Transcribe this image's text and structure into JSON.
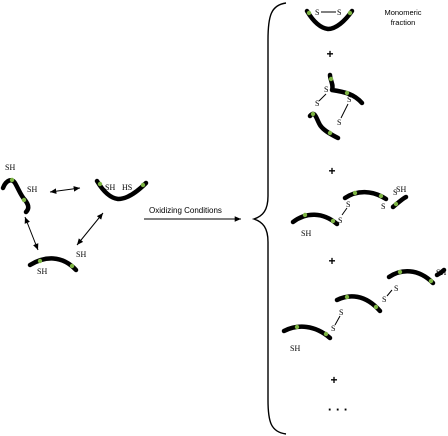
{
  "labels": {
    "sh": "SH",
    "hs": "HS",
    "s": "S",
    "plus": "+",
    "arrow": "Oxidizing Conditions",
    "monomeric_line1": "Monomeric",
    "monomeric_line2": "fraction",
    "ellipsis": "· · ·"
  },
  "colors": {
    "chain": "#000000",
    "cysteine": "#7cb342",
    "background": "#ffffff"
  }
}
